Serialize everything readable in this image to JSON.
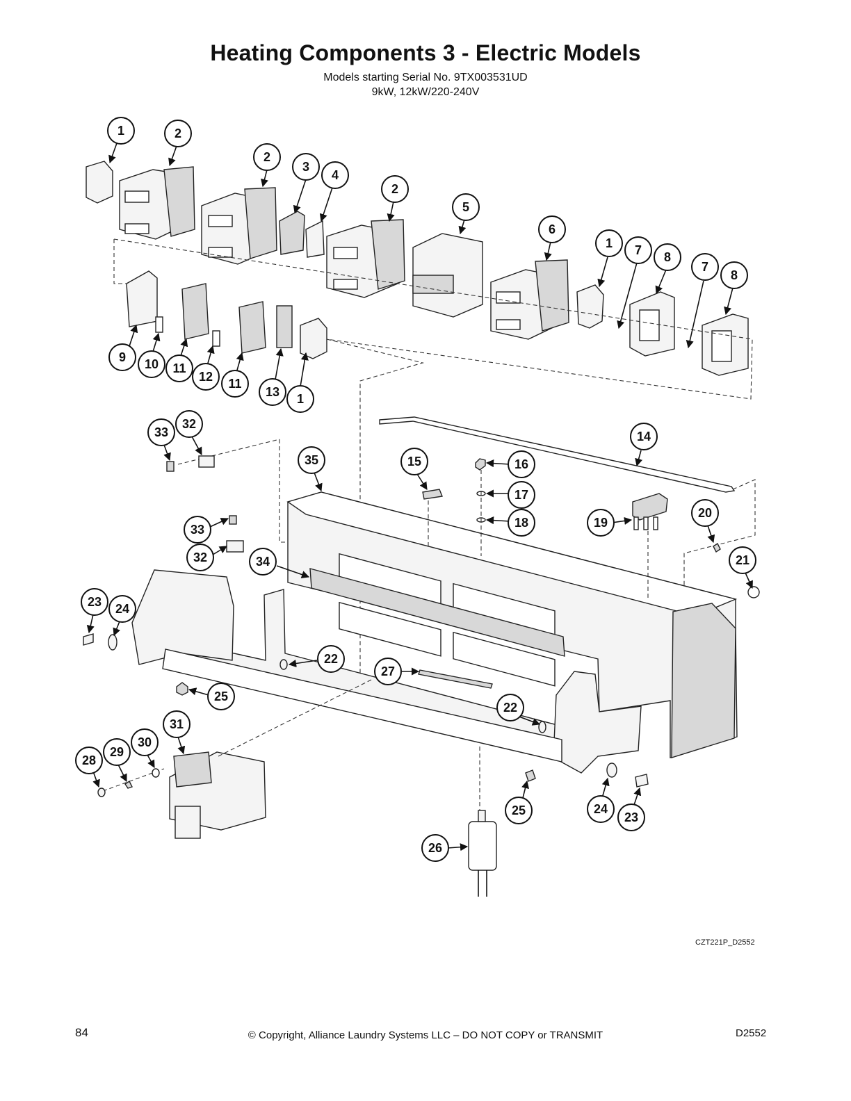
{
  "header": {
    "title": "Heating Components 3 - Electric Models",
    "subtitle_line1": "Models starting Serial No. 9TX003531UD",
    "subtitle_line2": "9kW, 12kW/220-240V"
  },
  "drawing_code": "CZT221P_D2552",
  "footer": {
    "page_number": "84",
    "copyright": "© Copyright, Alliance Laundry Systems LLC – DO NOT COPY or TRANSMIT",
    "document_code": "D2552"
  },
  "callouts": [
    "1",
    "2",
    "2",
    "3",
    "4",
    "2",
    "5",
    "6",
    "1",
    "7",
    "8",
    "7",
    "8",
    "9",
    "10",
    "11",
    "12",
    "11",
    "13",
    "1",
    "33",
    "32",
    "35",
    "15",
    "16",
    "17",
    "18",
    "14",
    "19",
    "20",
    "21",
    "33",
    "32",
    "34",
    "23",
    "24",
    "22",
    "27",
    "25",
    "22",
    "31",
    "28",
    "29",
    "30",
    "25",
    "24",
    "23",
    "26"
  ]
}
